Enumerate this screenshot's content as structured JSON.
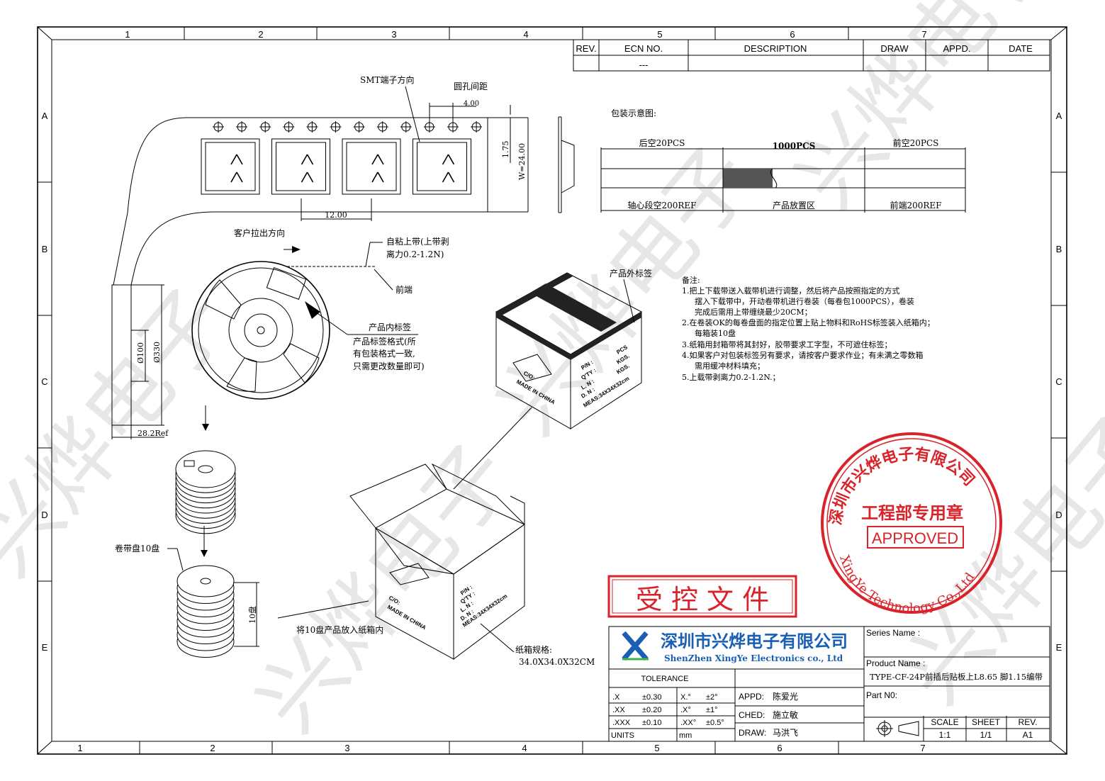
{
  "frame": {
    "top_zones": [
      "1",
      "2",
      "3",
      "4",
      "5",
      "6",
      "7"
    ],
    "bottom_zones": [
      "1",
      "2",
      "3",
      "4",
      "5",
      "6",
      "7"
    ],
    "side_zones": [
      "A",
      "B",
      "C",
      "D",
      "E"
    ]
  },
  "revision_table": {
    "headers": [
      "REV.",
      "ECN NO.",
      "DESCRIPTION",
      "DRAW",
      "APPD.",
      "DATE"
    ],
    "row": [
      "",
      "---",
      "",
      "",
      "",
      ""
    ]
  },
  "tape": {
    "smt_label": "SMT端子方向",
    "hole_pitch_label": "圆孔间距",
    "hole_pitch": "4.00",
    "edge_dim": "1.75",
    "width_dim": "W=24.00",
    "pocket_pitch": "12.00",
    "pull_direction": "客户拉出方向",
    "cover_tape": "自粘上带(上带剥",
    "cover_tape_2": "离力0.2-1.2N)",
    "front_end": "前端",
    "inner_label": "产品内标签",
    "inner_label_note_1": "产品标签格式(所",
    "inner_label_note_2": "有包装格式一致,",
    "inner_label_note_3": "只需更改数量即可)"
  },
  "reel": {
    "hub_dia": "Ø100",
    "reel_dia": "Ø330",
    "thickness": "28.2Ref"
  },
  "packing_schematic": {
    "title": "包装示意图:",
    "rear_empty": "后空20PCS",
    "qty": "1000PCS",
    "front_empty": "前空20PCS",
    "core_empty": "轴心段空200REF",
    "product_zone": "产品放置区",
    "front_end": "前端200REF"
  },
  "outer_label": "产品外标签",
  "notes": {
    "title": "备注:",
    "lines": [
      "1.把上下载带送入载带机进行调整，然后将产品按照指定的方式",
      "摆入下载带中，开动卷带机进行卷装（每卷包1000PCS），卷装",
      "完成后需用上带缠绕最少20CM；",
      "2.在卷装OK的每卷盘面的指定位置上贴上物料和RoHS标签装入纸箱内；",
      "每箱装10盘",
      "3.纸箱用封箱带将其封好，胶带要求工字型，不可遮住标签；",
      "4.如果客户对包装标签另有要求，请按客户要求作业；有未满之零数箱",
      "需用缓冲材料填充；",
      "5.上载带剥离力0.2-1.2N.；"
    ]
  },
  "box_labels": {
    "pn": "P/N :",
    "qty": "Q'TY :",
    "pcs": "PCS",
    "lot": "L. N :",
    "date": "D. N :",
    "kgs1": "KGS.",
    "kgs2": "KGS.",
    "meas": "MEAS:34X34X32cm",
    "origin_1": "C/O:",
    "origin_2": "MADE IN CHINA"
  },
  "stack": {
    "reel_count_label": "卷带盘10盘",
    "stack_height": "10盘",
    "into_box": "将10盘产品放入纸箱内",
    "carton_spec_1": "纸箱规格:",
    "carton_spec_2": "34.0X34.0X32CM"
  },
  "controlled_doc": "受 控 文 件",
  "seal": {
    "top_text": "深圳市兴烨电子有限公司",
    "middle_text": "工程部专用章",
    "stamp": "APPROVED",
    "bottom_text": "XingYe Technology Co.,Ltd"
  },
  "title_block": {
    "company_cn": "深圳市兴烨电子有限公司",
    "company_en": "ShenZhen XingYe Electronics co., Ltd",
    "tolerance_header": "TOLERANCE",
    "tolerances": [
      [
        ".X",
        "±0.30",
        "X.°",
        "±2°"
      ],
      [
        ".XX",
        "±0.20",
        ".X°",
        "±1°"
      ],
      [
        ".XXX",
        "±0.10",
        ".XX°",
        "±0.5°"
      ]
    ],
    "units_label": "UNITS",
    "units_value": "mm",
    "appd_label": "APPD:",
    "appd_name": "陈爱光",
    "ched_label": "CHED:",
    "ched_name": "施立敏",
    "draw_label": "DRAW:",
    "draw_name": "马洪飞",
    "series_label": "Series Name :",
    "product_label": "Product Name :",
    "product_name": "TYPE-CF-24P前插后贴板上L8.65 脚1.15编带",
    "part_label": "Part N0:",
    "scale_label": "SCALE",
    "scale_value": "1:1",
    "sheet_label": "SHEET",
    "sheet_value": "1/1",
    "rev_label": "REV.",
    "rev_value": "A1"
  },
  "watermark": "兴烨电子",
  "colors": {
    "seal": "#d8232a",
    "logo_blue": "#1a5fb4",
    "line": "#000000"
  }
}
